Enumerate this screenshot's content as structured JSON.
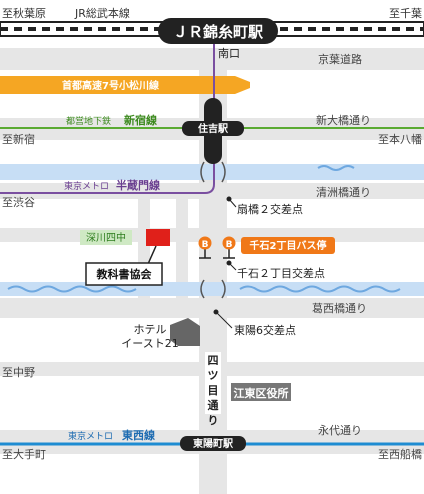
{
  "rail": {
    "left_end": "至秋葉原",
    "line": "JR総武本線",
    "right_end": "至千葉",
    "station": "ＪＲ錦糸町駅",
    "exit": "南口"
  },
  "roads": {
    "keiyo": "京葉道路",
    "expressway": "首都高速7号小松川線",
    "shin_ohashi": "新大橋通り",
    "kiyosumi": "清洲橋通り",
    "kasai": "葛西橋通り",
    "eitai": "永代通り",
    "yotsume": "四ツ目通り"
  },
  "subway": {
    "shinjuku_prefix": "都営地下鉄",
    "shinjuku_name": "新宿線",
    "sumiyoshi": "住吉駅",
    "hanzomon_prefix": "東京メトロ",
    "hanzomon_name": "半蔵門線",
    "tozai_prefix": "東京メトロ",
    "tozai_name": "東西線",
    "toyocho": "東陽町駅"
  },
  "directions": {
    "shinjuku": "至新宿",
    "motoyawata": "至本八幡",
    "shibuya": "至渋谷",
    "nakano": "至中野",
    "nishi_funabashi": "至西船橋",
    "otemachi": "至大手町"
  },
  "intersections": {
    "ogibashi": "扇橋２交差点",
    "sengoku": "千石２丁目交差点",
    "toyo": "東陽6交差点"
  },
  "landmarks": {
    "school": "深川四中",
    "target": "教科書協会",
    "bus_stop": "千石2丁目バス停",
    "bus_icon": "B",
    "hotel": "ホテル\nイースト21",
    "ward_office": "江東区役所"
  },
  "colors": {
    "expressway": "#f5a623",
    "shinjuku_line": "#5aaa32",
    "hanzomon_line": "#7a4fa0",
    "tozai_line": "#1e8cd2",
    "river": "#c7def5",
    "road": "#e8e8e8",
    "target": "#e0201a",
    "bus": "#f07818"
  }
}
